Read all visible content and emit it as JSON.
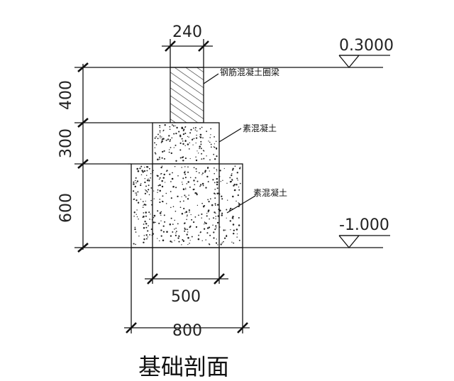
{
  "drawing": {
    "title": "基础剖面",
    "top_width": "240",
    "mid_width": "500",
    "bottom_width": "800",
    "height_top": "400",
    "height_mid": "300",
    "height_bottom": "600",
    "elev_top": "0.3000",
    "elev_bottom": "-1.000",
    "label_beam": "钢筋混凝土圈梁",
    "label_mid": "素混凝土",
    "label_bottom": "素混凝土"
  }
}
